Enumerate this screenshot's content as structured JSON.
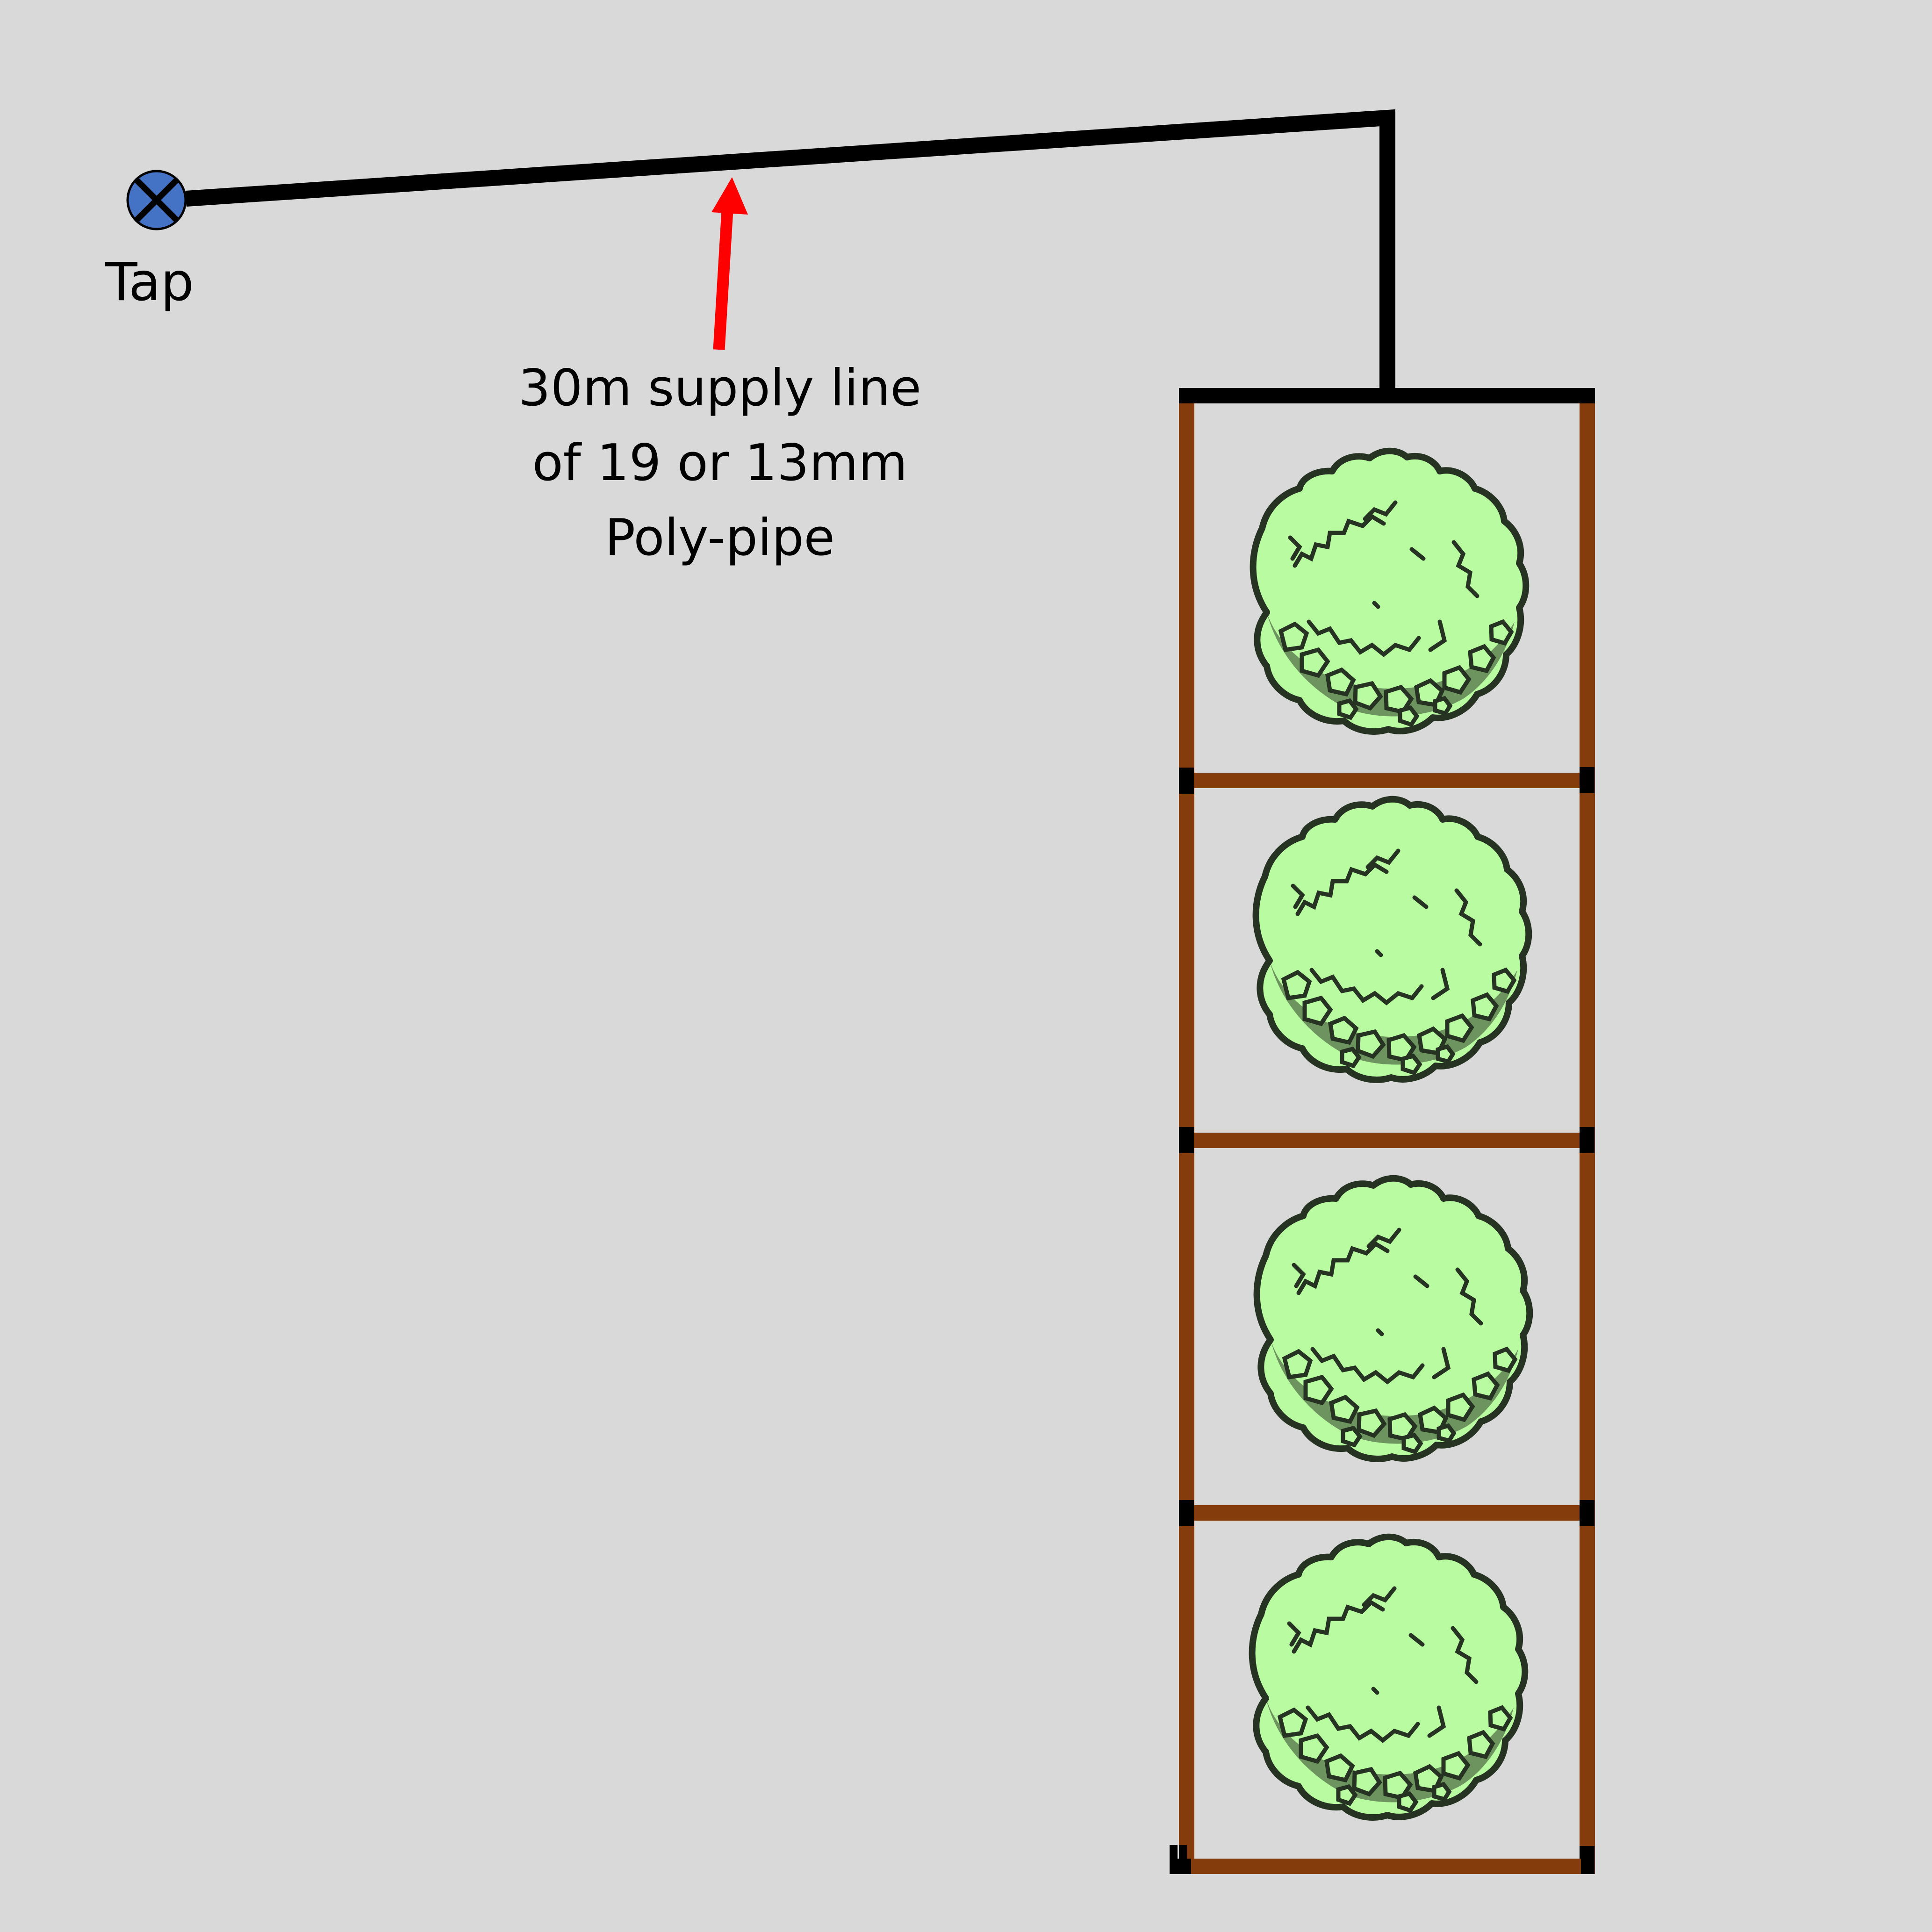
{
  "diagram": {
    "background_color": "#d9d9d9",
    "tap": {
      "label": "Tap",
      "icon": "valve-tap-icon",
      "fill_color": "#4472c4",
      "stroke_color": "#000000"
    },
    "supply_line": {
      "annotation_lines": [
        "30m supply line",
        "of 19 or 13mm",
        "Poly-pipe"
      ],
      "color": "#000000",
      "arrow_color": "#ff0000"
    },
    "garden_bed": {
      "frame_color": "#843c0c",
      "connector_color": "#000000",
      "header_pipe_color": "#000000",
      "sections": 4
    },
    "plants": [
      {
        "name": "plant-1",
        "fill": "#b9fba0",
        "outline": "#263322"
      },
      {
        "name": "plant-2",
        "fill": "#b9fba0",
        "outline": "#263322"
      },
      {
        "name": "plant-3",
        "fill": "#b9fba0",
        "outline": "#263322"
      },
      {
        "name": "plant-4",
        "fill": "#b9fba0",
        "outline": "#263322"
      }
    ]
  }
}
